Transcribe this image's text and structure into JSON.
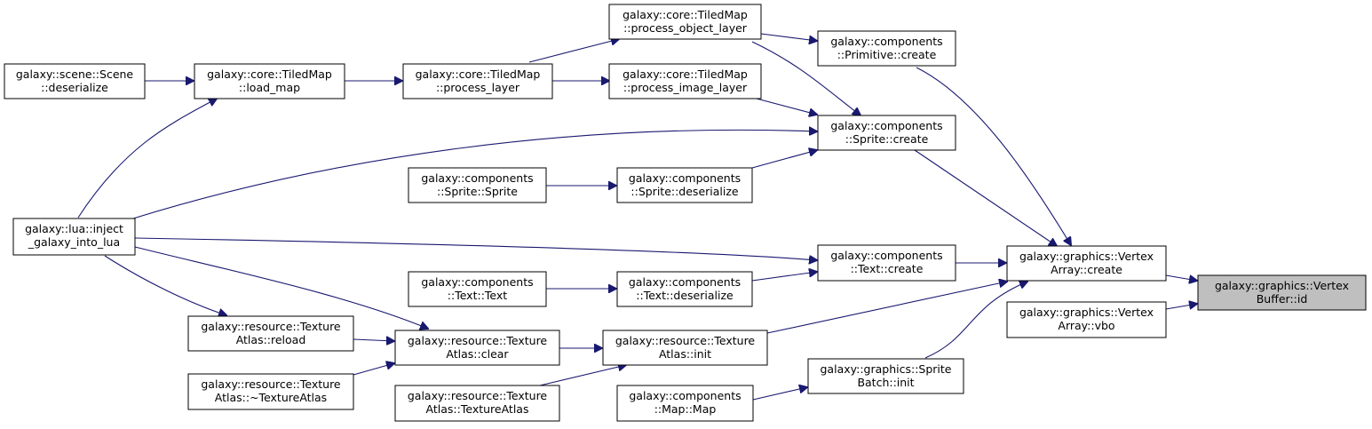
{
  "diagram": {
    "kind": "doxygen-caller-graph",
    "edge_color": "#191970",
    "focus_fill": "#bfbfbf",
    "nodes": {
      "vb_id": [
        "galaxy::graphics::Vertex",
        "Buffer::id"
      ],
      "va_create": [
        "galaxy::graphics::Vertex",
        "Array::create"
      ],
      "va_vbo": [
        "galaxy::graphics::Vertex",
        "Array::vbo"
      ],
      "prim_create": [
        "galaxy::components",
        "::Primitive::create"
      ],
      "sprite_create": [
        "galaxy::components",
        "::Sprite::create"
      ],
      "text_create": [
        "galaxy::components",
        "::Text::create"
      ],
      "ta_init": [
        "galaxy::resource::Texture",
        "Atlas::init"
      ],
      "sb_init": [
        "galaxy::graphics::Sprite",
        "Batch::init"
      ],
      "tm_process_object": [
        "galaxy::core::TiledMap",
        "::process_object_layer"
      ],
      "tm_process_image": [
        "galaxy::core::TiledMap",
        "::process_image_layer"
      ],
      "lua_inject": [
        "galaxy::lua::inject",
        "_galaxy_into_lua"
      ],
      "sprite_deser": [
        "galaxy::components",
        "::Sprite::deserialize"
      ],
      "text_deser": [
        "galaxy::components",
        "::Text::deserialize"
      ],
      "ta_clear": [
        "galaxy::resource::Texture",
        "Atlas::clear"
      ],
      "ta_ctor": [
        "galaxy::resource::Texture",
        "Atlas::TextureAtlas"
      ],
      "map_map": [
        "galaxy::components",
        "::Map::Map"
      ],
      "tm_process_layer": [
        "galaxy::core::TiledMap",
        "::process_layer"
      ],
      "sprite_sprite": [
        "galaxy::components",
        "::Sprite::Sprite"
      ],
      "text_text": [
        "galaxy::components",
        "::Text::Text"
      ],
      "ta_reload": [
        "galaxy::resource::Texture",
        "Atlas::reload"
      ],
      "ta_dtor": [
        "galaxy::resource::Texture",
        "Atlas::~TextureAtlas"
      ],
      "tm_load_map": [
        "galaxy::core::TiledMap",
        "::load_map"
      ],
      "scene_deser": [
        "galaxy::scene::Scene",
        "::deserialize"
      ]
    },
    "edges": [
      [
        "va_create",
        "vb_id"
      ],
      [
        "va_vbo",
        "vb_id"
      ],
      [
        "prim_create",
        "va_create"
      ],
      [
        "sprite_create",
        "va_create"
      ],
      [
        "text_create",
        "va_create"
      ],
      [
        "ta_init",
        "va_create"
      ],
      [
        "sb_init",
        "va_create"
      ],
      [
        "tm_process_object",
        "prim_create"
      ],
      [
        "tm_process_object",
        "sprite_create"
      ],
      [
        "tm_process_image",
        "sprite_create"
      ],
      [
        "lua_inject",
        "sprite_create"
      ],
      [
        "sprite_deser",
        "sprite_create"
      ],
      [
        "lua_inject",
        "text_create"
      ],
      [
        "text_deser",
        "text_create"
      ],
      [
        "ta_clear",
        "ta_init"
      ],
      [
        "ta_ctor",
        "ta_init"
      ],
      [
        "map_map",
        "sb_init"
      ],
      [
        "tm_process_layer",
        "tm_process_object"
      ],
      [
        "tm_process_layer",
        "tm_process_image"
      ],
      [
        "sprite_sprite",
        "sprite_deser"
      ],
      [
        "text_text",
        "text_deser"
      ],
      [
        "lua_inject",
        "ta_clear"
      ],
      [
        "ta_reload",
        "ta_clear"
      ],
      [
        "ta_dtor",
        "ta_clear"
      ],
      [
        "tm_load_map",
        "tm_process_layer"
      ],
      [
        "lua_inject",
        "ta_reload"
      ],
      [
        "lua_inject",
        "tm_load_map"
      ],
      [
        "scene_deser",
        "tm_load_map"
      ]
    ]
  }
}
